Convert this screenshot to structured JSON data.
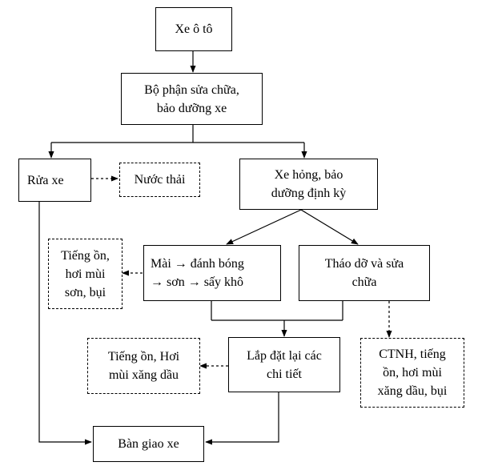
{
  "nodes": {
    "car": "Xe ô tô",
    "repair_dept": "Bộ phận sửa chữa,\nbảo dưỡng xe",
    "wash": "Rửa xe",
    "waste_water": "Nước thải",
    "broken": "Xe hỏng, bảo\ndưỡng định kỳ",
    "noise_paint": "Tiếng ồn,\nhơi mùi\nsơn, bụi",
    "paint_process": "Mài → đánh bóng\n→ sơn → sấy khô",
    "disassemble": "Tháo dỡ và sửa\nchữa",
    "noise_fuel": "Tiếng ồn, Hơi\nmùi xăng dầu",
    "reassemble": "Lắp đặt lại các\nchi tiết",
    "hazardous": "CTNH, tiếng\nồn, hơi mùi\nxăng dầu, bụi",
    "handover": "Bàn giao xe"
  }
}
